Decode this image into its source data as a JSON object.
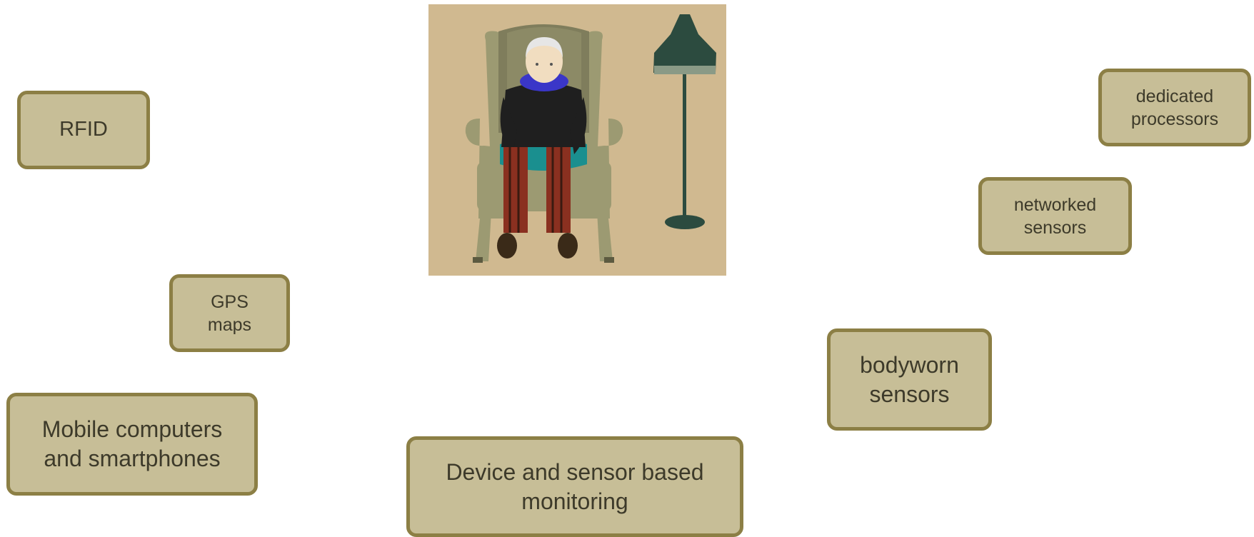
{
  "nodes": {
    "rfid": {
      "label": "RFID"
    },
    "gps": {
      "line1": "GPS",
      "line2": "maps"
    },
    "mobile": {
      "line1": "Mobile computers",
      "line2": "and smartphones"
    },
    "central": {
      "line1": "Device and sensor based",
      "line2": "monitoring"
    },
    "bodyworn": {
      "line1": "bodyworn",
      "line2": "sensors"
    },
    "networked": {
      "line1": "networked",
      "line2": "sensors"
    },
    "dedicated": {
      "line1": "dedicated",
      "line2": "processors"
    }
  },
  "illustration": {
    "subject": "elderly-man-in-armchair-with-floor-lamp"
  },
  "colors": {
    "node_fill": "#c7be97",
    "node_border": "#8c7f45",
    "node_text": "#3d3a2a",
    "illustration_bg": "#d0b990"
  }
}
